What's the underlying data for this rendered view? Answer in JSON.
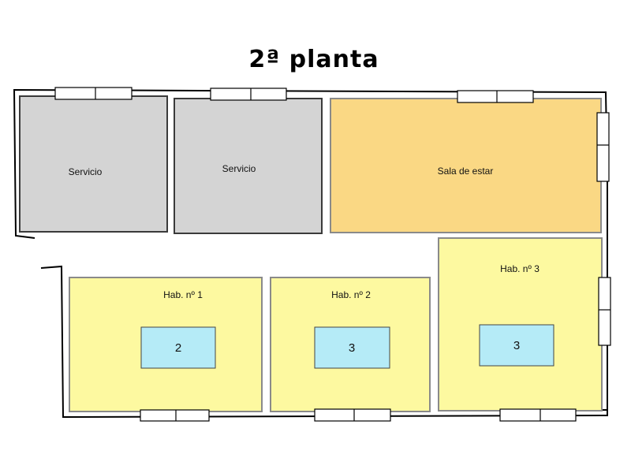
{
  "title": "2ª planta",
  "colors": {
    "servicio": "#d4d4d4",
    "sala": "#fad884",
    "habitacion": "#fdf9a0",
    "cama": "#b5ebf7",
    "pared": "#000000",
    "borde_habitacion": "#7a7a7a",
    "ventana": "#ffffff"
  },
  "rooms": {
    "servicio_1": {
      "label": "Servicio",
      "type": "servicio"
    },
    "servicio_2": {
      "label": "Servicio",
      "type": "servicio"
    },
    "sala_estar": {
      "label": "Sala de estar",
      "type": "sala"
    },
    "hab_1": {
      "label": "Hab. nº 1",
      "type": "habitacion",
      "beds": "2"
    },
    "hab_2": {
      "label": "Hab. nº 2",
      "type": "habitacion",
      "beds": "3"
    },
    "hab_3": {
      "label": "Hab. nº 3",
      "type": "habitacion",
      "beds": "3"
    }
  },
  "windows_count": 8
}
